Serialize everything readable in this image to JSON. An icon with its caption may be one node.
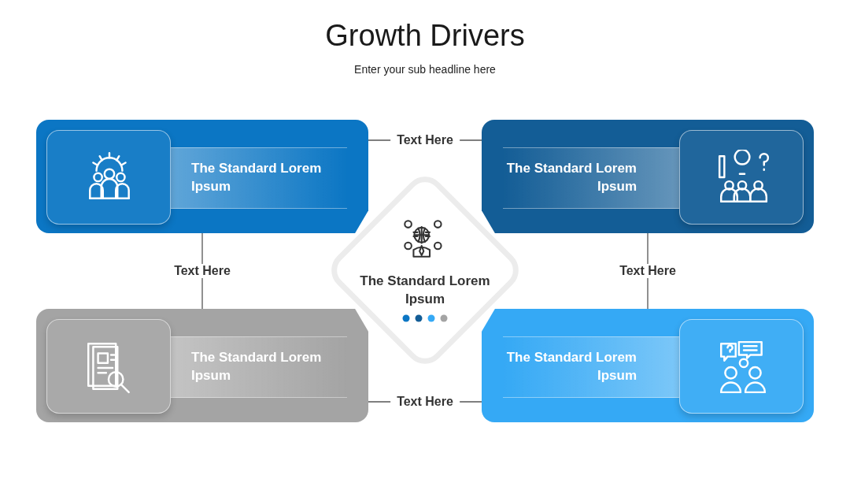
{
  "diagram": {
    "title": "Growth Drivers",
    "caption": "Enter your sub headline here",
    "nodes": [
      {
        "text": [
          "The Standard Lorem Ipsum"
        ]
      },
      {
        "text": [
          "The Standard Lorem Ipsum"
        ]
      },
      {
        "text": [
          "The Standard Lorem Ipsum"
        ]
      },
      {
        "text": [
          "The Standard Lorem Ipsum"
        ]
      },
      {
        "text": [
          "The Standard Lorem Ipsum"
        ]
      }
    ],
    "edges": [
      {
        "from": 0,
        "to": 1,
        "arrow": "none",
        "label": "Text Here"
      },
      {
        "from": 0,
        "to": 3,
        "arrow": "none",
        "label": "Text Here"
      },
      {
        "from": 1,
        "to": 4,
        "arrow": "none",
        "label": "Text Here"
      },
      {
        "from": 3,
        "to": 4,
        "arrow": "none",
        "label": "Text Here"
      }
    ]
  }
}
